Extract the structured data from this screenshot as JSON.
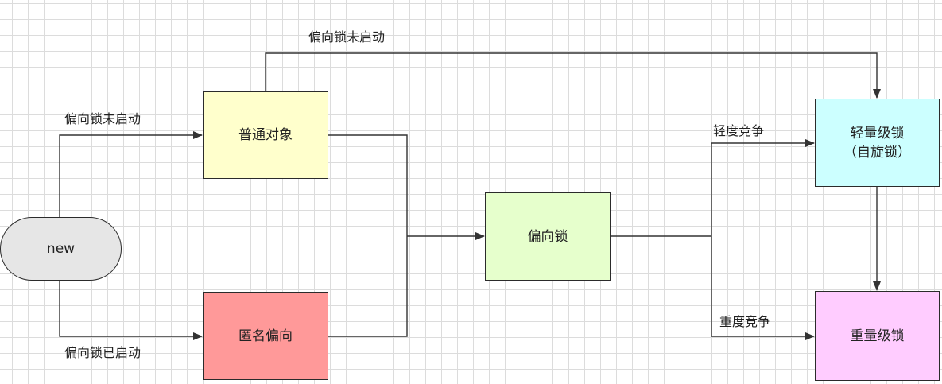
{
  "nodes": {
    "new": {
      "label": "new",
      "fill": "#e6e6e6"
    },
    "normal": {
      "label": "普通对象",
      "fill": "#ffffcc"
    },
    "anonymous": {
      "label": "匿名偏向",
      "fill": "#ff9999"
    },
    "biased": {
      "label": "偏向锁",
      "fill": "#e6ffcc"
    },
    "lightweight": {
      "label": "轻量级锁\n（自旋锁）",
      "fill": "#ccffff"
    },
    "heavyweight": {
      "label": "重量级锁",
      "fill": "#ffccff"
    }
  },
  "edge_labels": {
    "new_to_normal": "偏向锁未启动",
    "new_to_anonymous": "偏向锁已启动",
    "normal_to_lightweight": "偏向锁未启动",
    "light_contention": "轻度竞争",
    "heavy_contention": "重度竞争"
  },
  "colors": {
    "line": "#333333"
  }
}
